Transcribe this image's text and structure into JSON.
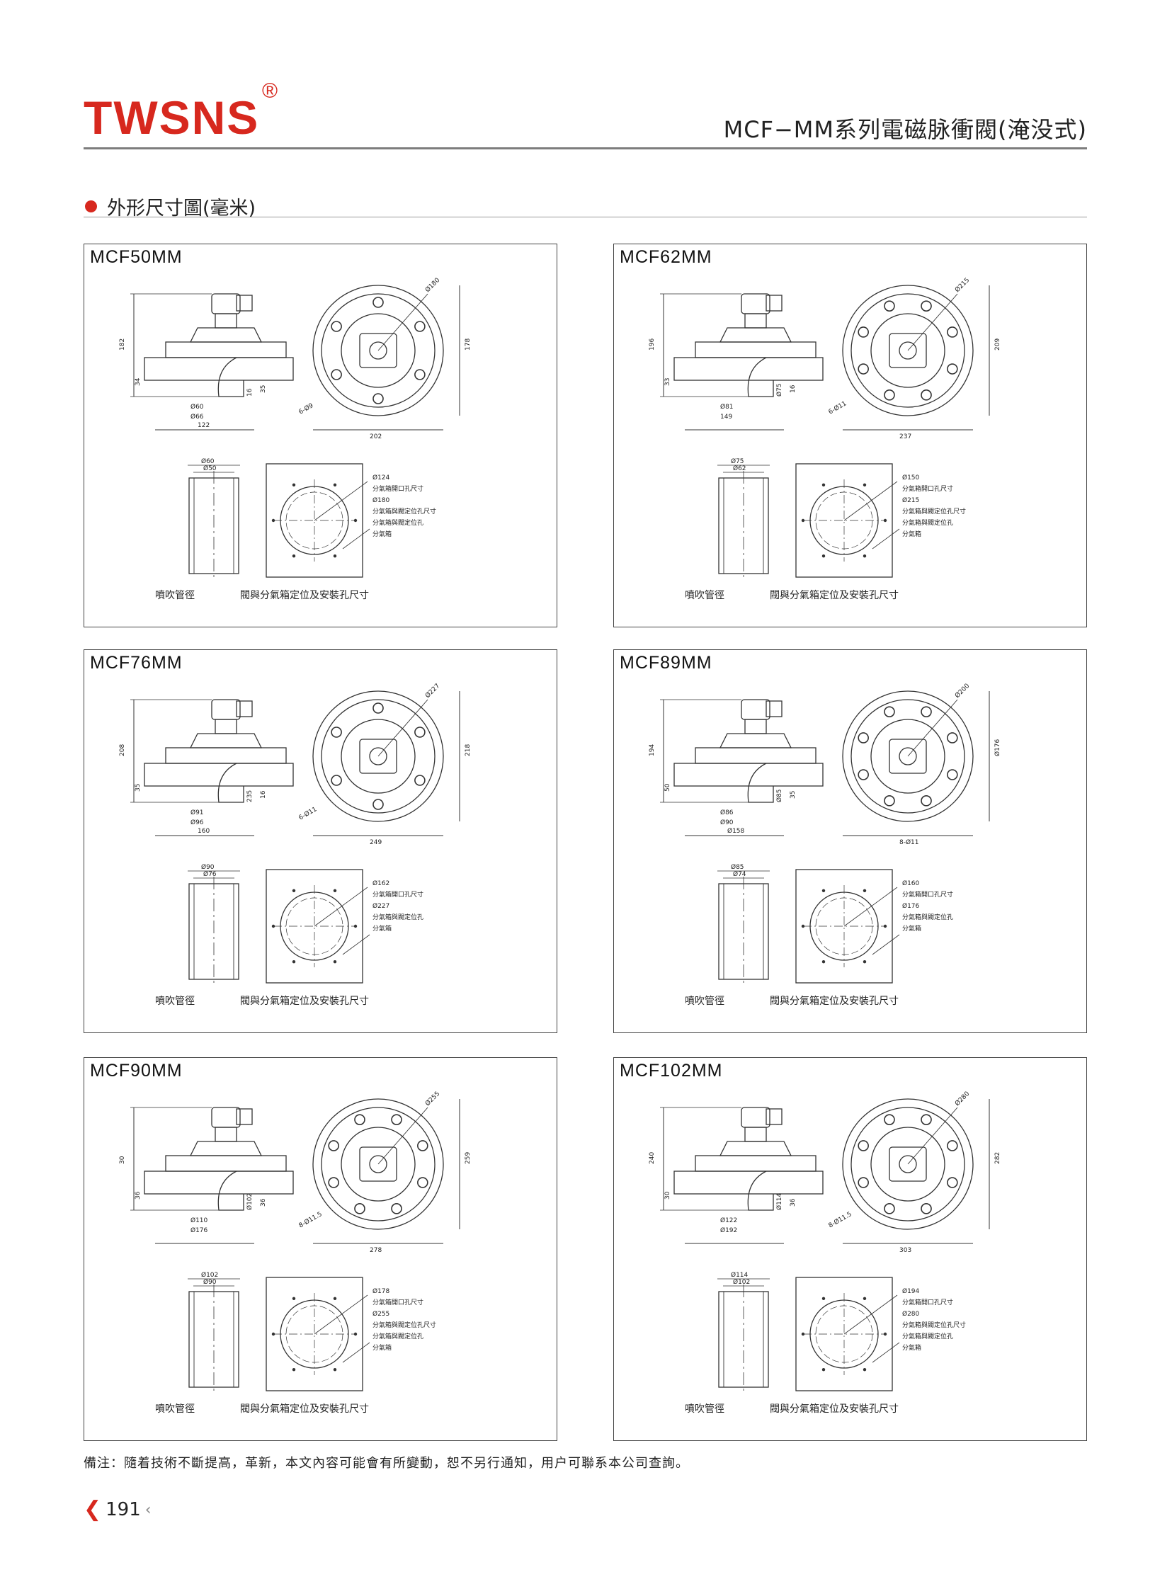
{
  "header": {
    "brand": "TWSNS",
    "registered_mark": "®",
    "series_title": "MCF−MM系列電磁脉衝閥(淹没式)"
  },
  "section": {
    "title": "外形尺寸圖(毫米)"
  },
  "colors": {
    "brand_red": "#d7281e",
    "rule_gray": "#7d7d7d",
    "line": "#333333"
  },
  "panels": [
    {
      "model": "MCF50MM",
      "label_pipe": "噴吹管徑",
      "label_mount": "閥與分氣箱定位及安裝孔尺寸",
      "valve_dims": [
        "182",
        "34",
        "35",
        "16",
        "Ø60",
        "Ø66",
        "122"
      ],
      "top_dims": [
        "Ø180",
        "178",
        "202",
        "6-Ø9"
      ],
      "pipe_dims": [
        "Ø60",
        "Ø50"
      ],
      "mount_dims": [
        "Ø124",
        "分氣箱開口孔尺寸",
        "Ø180",
        "分氣箱與閥定位孔尺寸",
        "分氣箱與閥定位孔",
        "分氣箱"
      ]
    },
    {
      "model": "MCF62MM",
      "label_pipe": "噴吹管徑",
      "label_mount": "閥與分氣箱定位及安裝孔尺寸",
      "valve_dims": [
        "196",
        "33",
        "16",
        "Ø75",
        "Ø81",
        "149"
      ],
      "top_dims": [
        "Ø215",
        "209",
        "237",
        "6-Ø11"
      ],
      "pipe_dims": [
        "Ø75",
        "Ø62"
      ],
      "mount_dims": [
        "Ø150",
        "分氣箱開口孔尺寸",
        "Ø215",
        "分氣箱與閥定位孔尺寸",
        "分氣箱與閥定位孔",
        "分氣箱"
      ]
    },
    {
      "model": "MCF76MM",
      "label_pipe": "噴吹管徑",
      "label_mount": "閥與分氣箱定位及安裝孔尺寸",
      "valve_dims": [
        "208",
        "35",
        "16",
        "235",
        "Ø91",
        "Ø96",
        "160"
      ],
      "top_dims": [
        "Ø227",
        "218",
        "249",
        "6-Ø11"
      ],
      "pipe_dims": [
        "Ø90",
        "Ø76"
      ],
      "mount_dims": [
        "Ø162",
        "分氣箱開口孔尺寸",
        "Ø227",
        "分氣箱與閥定位孔",
        "分氣箱"
      ]
    },
    {
      "model": "MCF89MM",
      "label_pipe": "噴吹管徑",
      "label_mount": "閥與分氣箱定位及安裝孔尺寸",
      "valve_dims": [
        "194",
        "50",
        "35",
        "Ø85",
        "Ø86",
        "Ø90",
        "Ø158"
      ],
      "top_dims": [
        "Ø200",
        "Ø176",
        "8-Ø11"
      ],
      "pipe_dims": [
        "Ø85",
        "Ø74"
      ],
      "mount_dims": [
        "Ø160",
        "分氣箱開口孔尺寸",
        "Ø176",
        "分氣箱與閥定位孔",
        "分氣箱"
      ]
    },
    {
      "model": "MCF90MM",
      "label_pipe": "噴吹管徑",
      "label_mount": "閥與分氣箱定位及安裝孔尺寸",
      "valve_dims": [
        "30",
        "36",
        "36",
        "Ø102",
        "Ø110",
        "Ø176"
      ],
      "top_dims": [
        "Ø255",
        "259",
        "278",
        "8-Ø11.5"
      ],
      "pipe_dims": [
        "Ø102",
        "Ø90"
      ],
      "mount_dims": [
        "Ø178",
        "分氣箱開口孔尺寸",
        "Ø255",
        "分氣箱與閥定位孔尺寸",
        "分氣箱與閥定位孔",
        "分氣箱"
      ]
    },
    {
      "model": "MCF102MM",
      "label_pipe": "噴吹管徑",
      "label_mount": "閥與分氣箱定位及安裝孔尺寸",
      "valve_dims": [
        "240",
        "30",
        "36",
        "Ø114",
        "Ø122",
        "Ø192"
      ],
      "top_dims": [
        "Ø280",
        "282",
        "303",
        "8-Ø11.5"
      ],
      "pipe_dims": [
        "Ø114",
        "Ø102"
      ],
      "mount_dims": [
        "Ø194",
        "分氣箱開口孔尺寸",
        "Ø280",
        "分氣箱與閥定位孔尺寸",
        "分氣箱與閥定位孔",
        "分氣箱"
      ]
    }
  ],
  "footer": {
    "note": "備注：隨着技術不斷提高，革新，本文內容可能會有所變動，恕不另行通知，用户可聯系本公司查詢。",
    "page_number": "191"
  }
}
